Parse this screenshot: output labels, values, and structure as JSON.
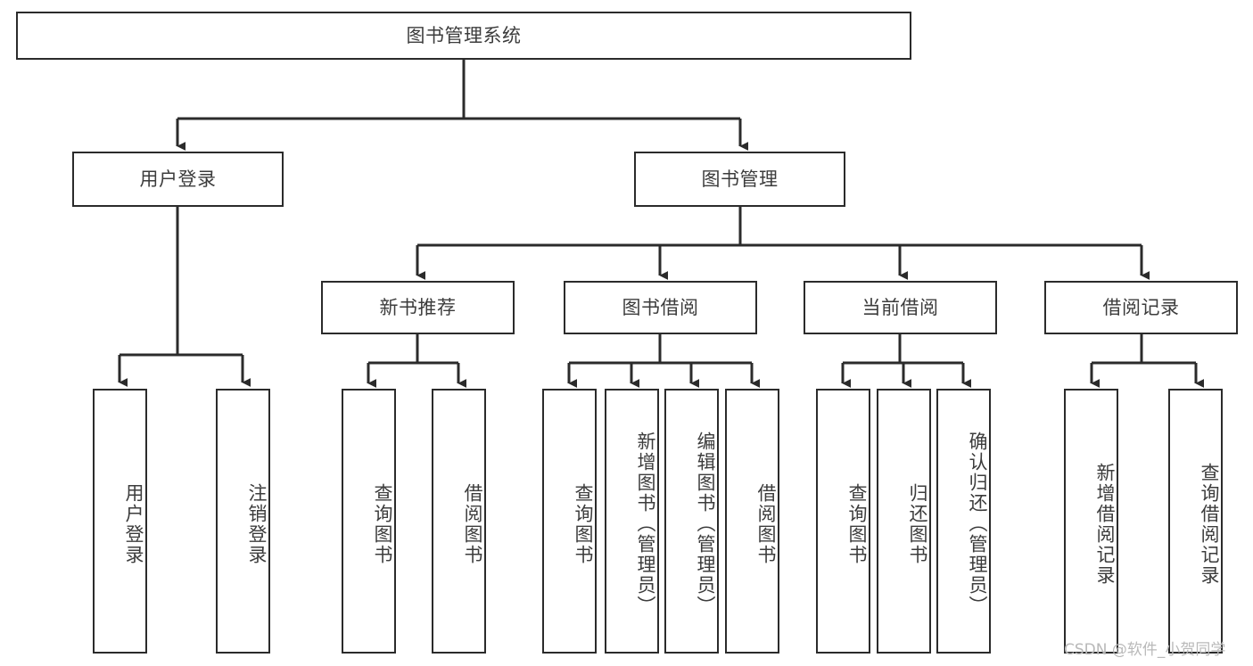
{
  "diagram": {
    "type": "hierarchy-tree",
    "title": "图书管理系统",
    "watermark": "CSDN @软件_小贺同学",
    "colors": {
      "box_border": "#2b2b2b",
      "box_fill": "#ffffff",
      "text": "#3c3c3c",
      "connector": "#2b2b2b",
      "watermark": "#b9b9b9"
    },
    "root": {
      "label": "图书管理系统"
    },
    "level2": [
      {
        "label": "用户登录"
      },
      {
        "label": "图书管理"
      }
    ],
    "level3": [
      {
        "label": "新书推荐"
      },
      {
        "label": "图书借阅"
      },
      {
        "label": "当前借阅"
      },
      {
        "label": "借阅记录"
      }
    ],
    "leaves": {
      "user_login": [
        {
          "label": "用户登录"
        },
        {
          "label": "注销登录"
        }
      ],
      "new_book_recommend": [
        {
          "label": "查询图书"
        },
        {
          "label": "借阅图书"
        }
      ],
      "book_borrow": [
        {
          "label": "查询图书"
        },
        {
          "label": "新增图书（管理员）"
        },
        {
          "label": "编辑图书（管理员）"
        },
        {
          "label": "借阅图书"
        }
      ],
      "current_borrow": [
        {
          "label": "查询图书"
        },
        {
          "label": "归还图书"
        },
        {
          "label": "确认归还（管理员）"
        }
      ],
      "borrow_record": [
        {
          "label": "新增借阅记录"
        },
        {
          "label": "查询借阅记录"
        }
      ]
    }
  }
}
